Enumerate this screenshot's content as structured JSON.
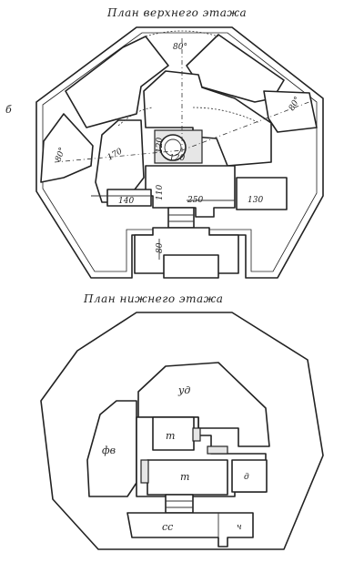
{
  "upper_plan": {
    "title": "План верхнего этажа",
    "corner_label": "б",
    "angle_top": "80°",
    "angle_left": "80°",
    "angle_right": "80°",
    "dim_170": "170",
    "dim_140": "140",
    "dim_110": "110",
    "dim_250": "250",
    "dim_130": "130",
    "dim_120": "120",
    "dim_120b": "120",
    "dim_80": "80"
  },
  "lower_plan": {
    "title": "План нижнего этажа",
    "room_ud": "уд",
    "room_m_top": "m",
    "room_fv": "фв",
    "room_m_center": "m",
    "room_d": "д",
    "room_ss": "сс",
    "room_ch": "ч"
  }
}
